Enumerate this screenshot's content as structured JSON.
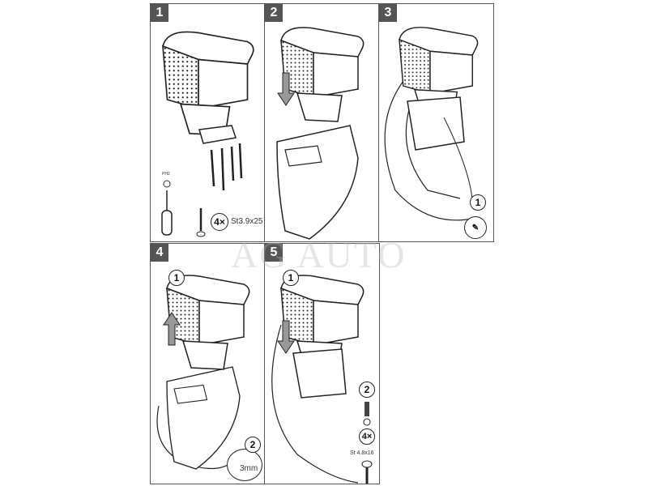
{
  "watermark": "AG AUTO",
  "panels": [
    {
      "number": "1",
      "screwdriver_label": "PH2",
      "count": "4×",
      "screw_spec": "St3.9x25"
    },
    {
      "number": "2"
    },
    {
      "number": "3",
      "step_ref": "1"
    },
    {
      "number": "4",
      "step_ref_top": "1",
      "step_ref_bottom": "2",
      "tool_size": "3mm"
    },
    {
      "number": "5",
      "step_ref_top": "1",
      "step_ref_bottom": "2",
      "count": "4×",
      "screw_spec": "St 4.8x16"
    }
  ]
}
